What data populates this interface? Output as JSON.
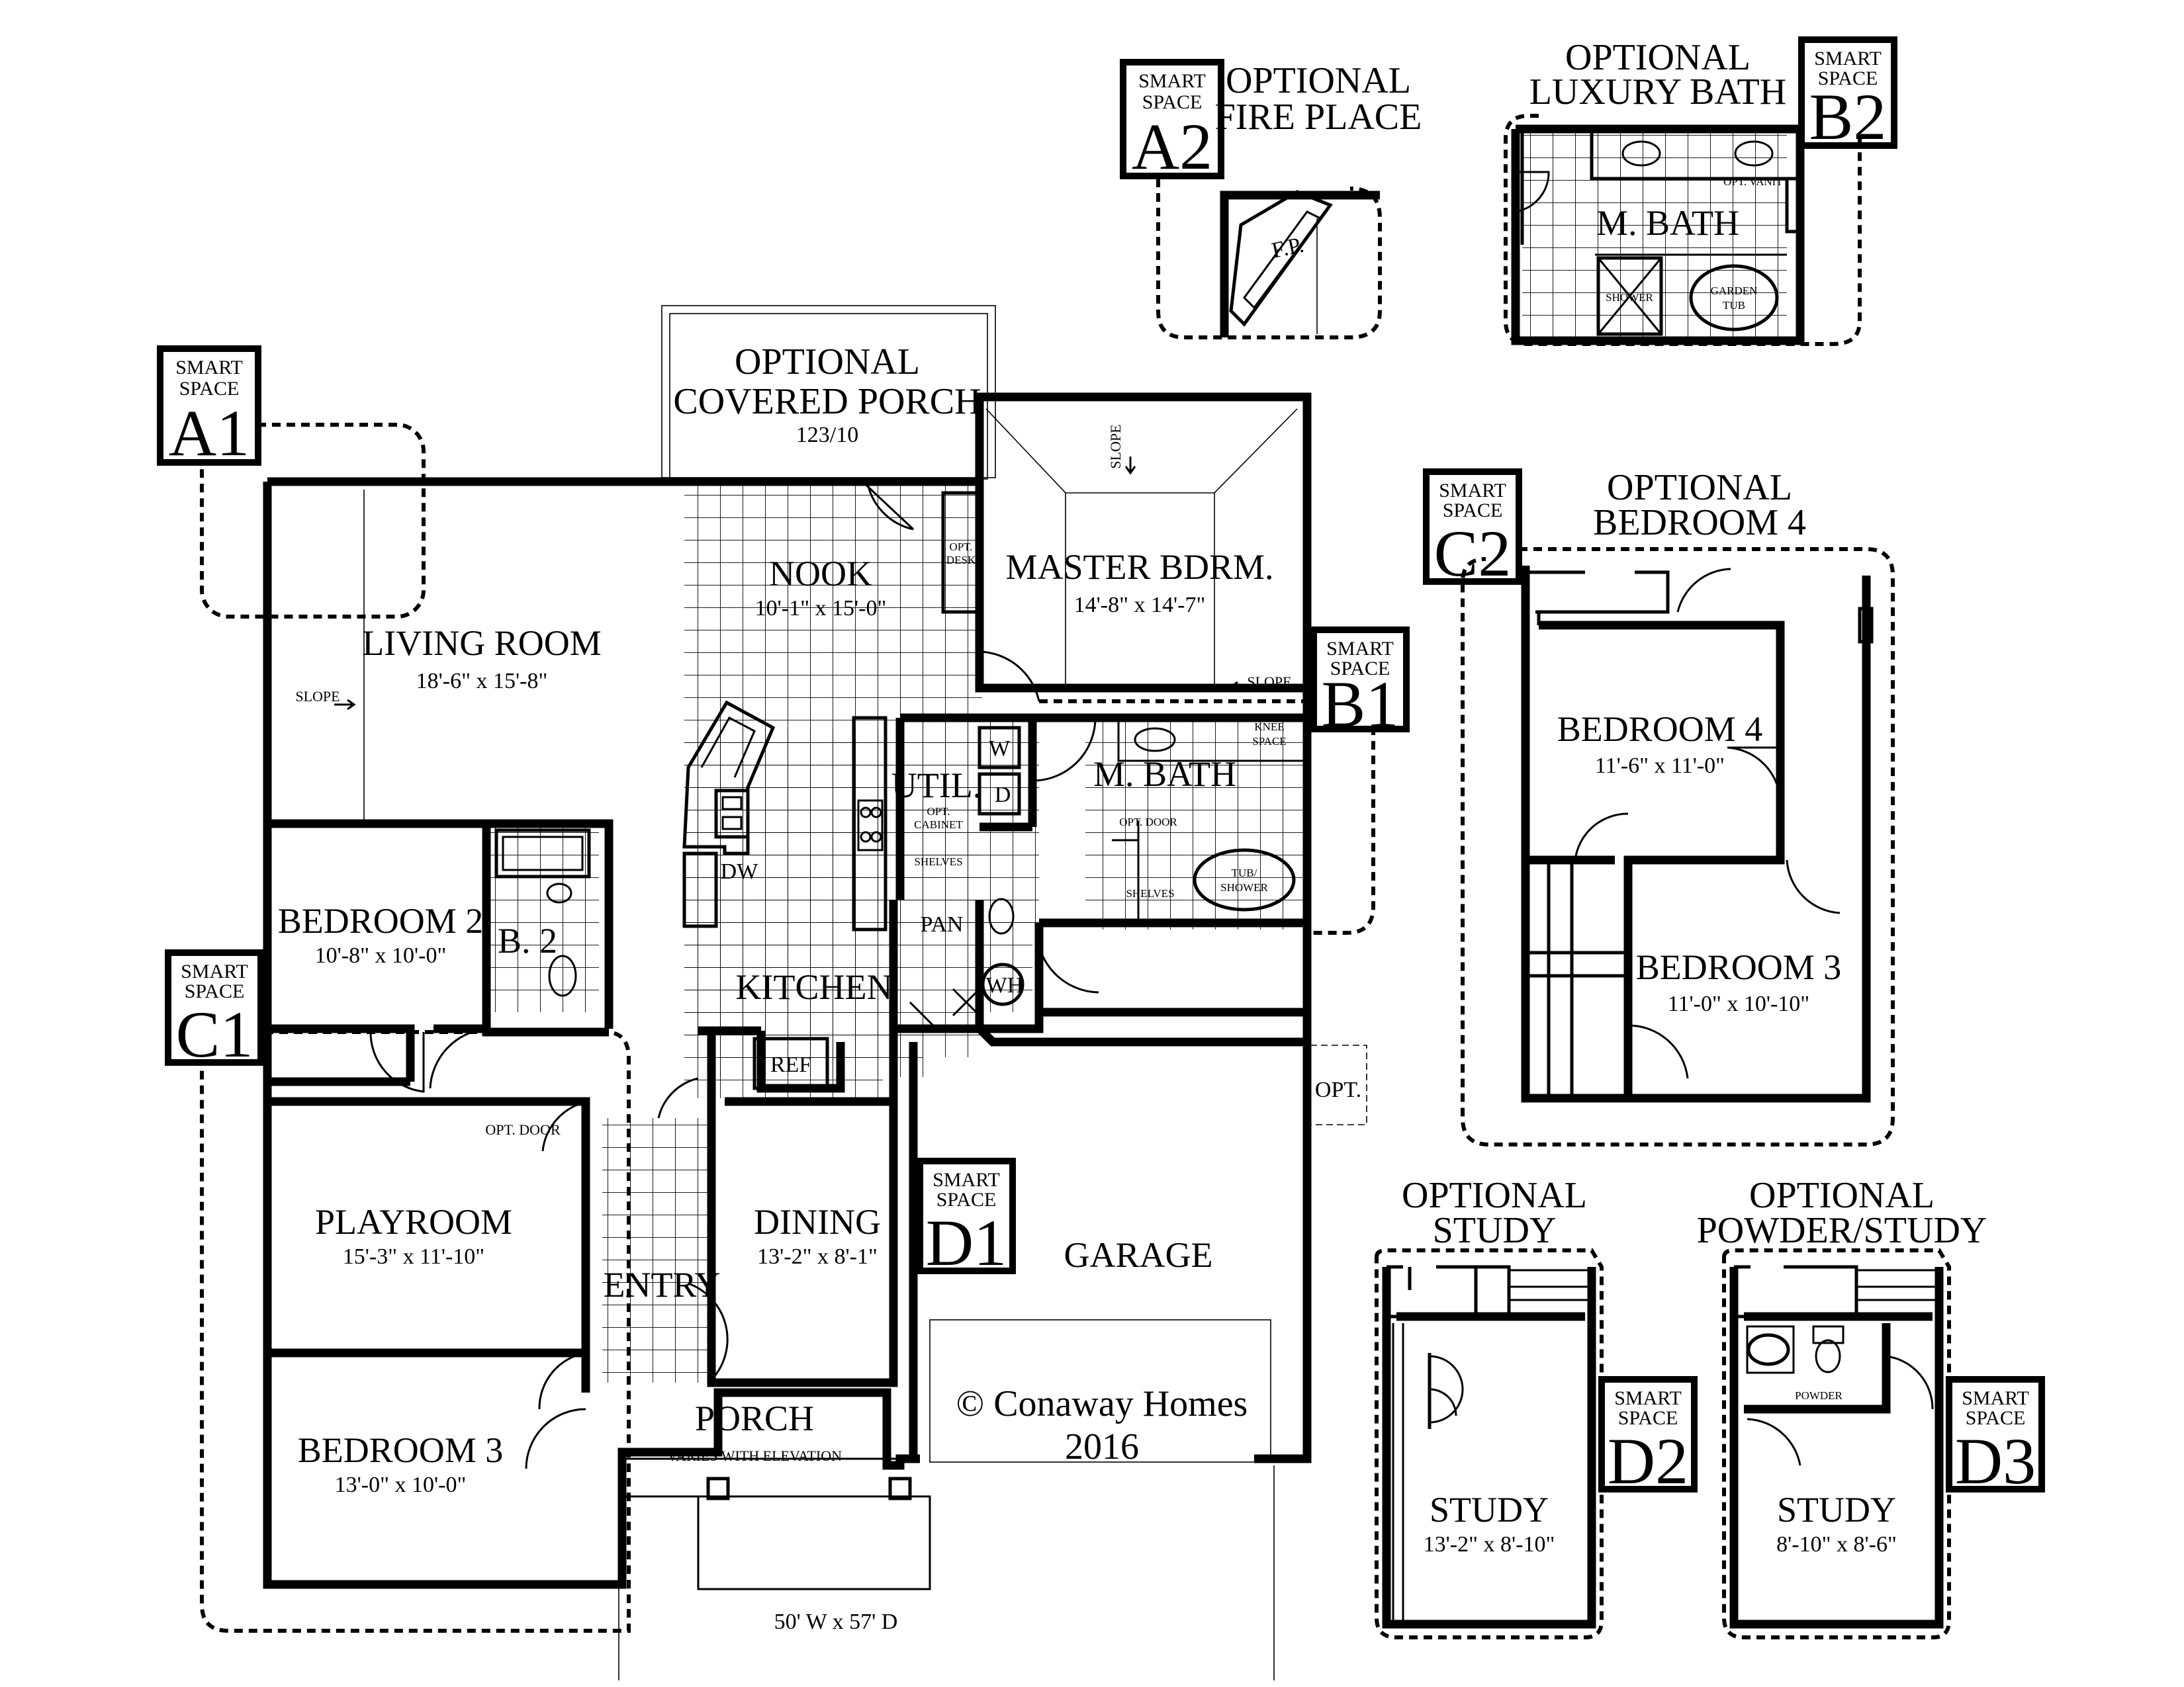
{
  "rooms": {
    "optional_covered_porch": {
      "line1": "OPTIONAL",
      "line2": "COVERED PORCH",
      "dim": "123/10"
    },
    "nook": {
      "name": "NOOK",
      "dim": "10'-1\" x 15'-0\""
    },
    "opt_desk": {
      "line1": "OPT.",
      "line2": "DESK"
    },
    "master_bedroom": {
      "name": "MASTER BDRM.",
      "dim": "14'-8\" x 14'-7\""
    },
    "living_room": {
      "name": "LIVING ROOM",
      "dim": "18'-6\" x 15'-8\""
    },
    "m_bath": {
      "name": "M. BATH"
    },
    "knee_space": {
      "line1": "KNEE",
      "line2": "SPACE"
    },
    "util": {
      "name": "UTIL."
    },
    "washer": "W",
    "dryer": "D",
    "opt_cabinet": {
      "line1": "OPT.",
      "line2": "CABINET"
    },
    "shelves_util": "SHELVES",
    "opt_door_bath": "OPT. DOOR",
    "shelves_bath": "SHELVES",
    "tub_shower": {
      "line1": "TUB/",
      "line2": "SHOWER"
    },
    "dw": "DW",
    "pan": "PAN",
    "wh": "WH",
    "kitchen": {
      "name": "KITCHEN"
    },
    "ref": "REF",
    "bedroom2": {
      "name": "BEDROOM 2",
      "dim": "10'-8\" x 10'-0\""
    },
    "b2": {
      "name": "B. 2"
    },
    "opt_door_hall": "OPT. DOOR",
    "playroom": {
      "name": "PLAYROOM",
      "dim": "15'-3\" x 11'-10\""
    },
    "entry": {
      "name": "ENTRY"
    },
    "dining": {
      "name": "DINING",
      "dim": "13'-2\" x 8'-1\""
    },
    "garage": {
      "name": "GARAGE"
    },
    "opt_garage": "OPT.",
    "bedroom3": {
      "name": "BEDROOM 3",
      "dim": "13'-0\" x 10'-0\""
    },
    "porch": {
      "name": "PORCH",
      "note": "VARIES WITH ELEVATION"
    },
    "slope_living": "SLOPE",
    "slope_master": "SLOPE",
    "slope_master2": "SLOPE"
  },
  "copyright": {
    "line1": "© Conaway Homes",
    "line2": "2016"
  },
  "lot_size": "50' W x 57' D",
  "smart_spaces": {
    "a1": {
      "line1": "SMART",
      "line2": "SPACE",
      "code": "A1"
    },
    "a2": {
      "line1": "SMART",
      "line2": "SPACE",
      "code": "A2"
    },
    "b1": {
      "line1": "SMART",
      "line2": "SPACE",
      "code": "B1"
    },
    "b2": {
      "line1": "SMART",
      "line2": "SPACE",
      "code": "B2"
    },
    "c1": {
      "line1": "SMART",
      "line2": "SPACE",
      "code": "C1"
    },
    "c2": {
      "line1": "SMART",
      "line2": "SPACE",
      "code": "C2"
    },
    "d1": {
      "line1": "SMART",
      "line2": "SPACE",
      "code": "D1"
    },
    "d2": {
      "line1": "SMART",
      "line2": "SPACE",
      "code": "D2"
    },
    "d3": {
      "line1": "SMART",
      "line2": "SPACE",
      "code": "D3"
    }
  },
  "options": {
    "fireplace": {
      "line1": "OPTIONAL",
      "line2": "FIRE PLACE",
      "fp": "F.P."
    },
    "luxury_bath": {
      "line1": "OPTIONAL",
      "line2": "LUXURY BATH",
      "name": "M. BATH",
      "opt_vanity": "OPT. VANITY",
      "shower": "SHOWER",
      "garden_tub_line1": "GARDEN",
      "garden_tub_line2": "TUB"
    },
    "bedroom4": {
      "line1": "OPTIONAL",
      "line2": "BEDROOM 4",
      "bed4_name": "BEDROOM 4",
      "bed4_dim": "11'-6\" x 11'-0\"",
      "bed3_name": "BEDROOM 3",
      "bed3_dim": "11'-0\" x 10'-10\""
    },
    "study": {
      "line1": "OPTIONAL",
      "line2": "STUDY",
      "name": "STUDY",
      "dim": "13'-2\" x 8'-10\""
    },
    "powder_study": {
      "line1": "OPTIONAL",
      "line2": "POWDER/STUDY",
      "powder": "POWDER",
      "name": "STUDY",
      "dim": "8'-10\" x 8'-6\""
    }
  }
}
